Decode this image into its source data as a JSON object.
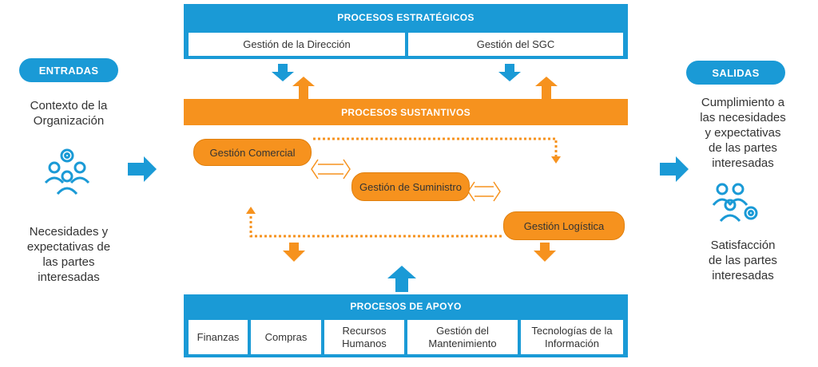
{
  "left": {
    "badge": "ENTRADAS",
    "text_top_1": "Contexto de la",
    "text_top_2": "Organización",
    "text_bottom": [
      "Necesidades y",
      "expectativas de",
      "las partes",
      "interesadas"
    ],
    "icon": "people-gear-icon"
  },
  "right": {
    "badge": "SALIDAS",
    "text_top": [
      "Cumplimiento a",
      "las necesidades",
      "y expectativas",
      "de las partes",
      "interesadas"
    ],
    "text_bottom": [
      "Satisfacción",
      "de las partes",
      "interesadas"
    ],
    "icon": "people-gear-icon"
  },
  "strategic": {
    "title": "PROCESOS ESTRATÉGICOS",
    "items": [
      "Gestión de la Dirección",
      "Gestión del SGC"
    ]
  },
  "substantive": {
    "title": "PROCESOS SUSTANTIVOS",
    "items": [
      "Gestión Comercial",
      "Gestión de Suministro",
      "Gestión Logística"
    ]
  },
  "support": {
    "title": "PROCESOS DE APOYO",
    "items": [
      "Finanzas",
      "Compras",
      "Recursos\nHumanos",
      "Gestión del\nMantenimiento",
      "Tecnologías de la\nInformación"
    ]
  },
  "colors": {
    "blue": "#1a9ad6",
    "orange": "#f6921e"
  }
}
